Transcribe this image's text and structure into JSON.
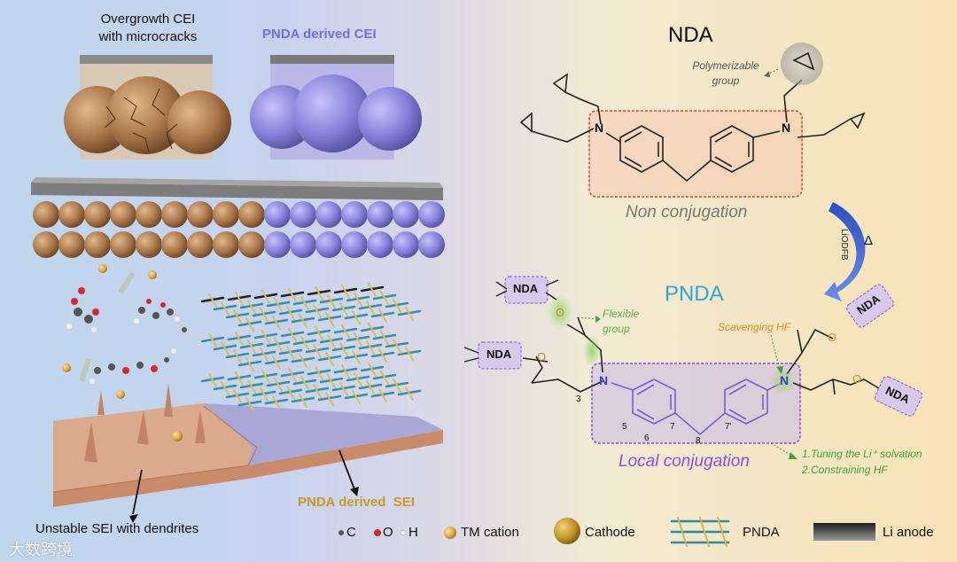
{
  "top_labels": {
    "overgrowth_cei": "Overgrowth CEI\nwith microcracks",
    "pnda_cei": "PNDA derived CEI"
  },
  "bottom_labels": {
    "unstable_sei": "Unstable SEI with dendrites",
    "pnda_sei": "PNDA derived  SEI"
  },
  "nda": {
    "title": "NDA",
    "polymerizable_group": "Polymerizable\ngroup",
    "non_conjugation": "Non conjugation"
  },
  "arrow": {
    "reagent": "LiODFB",
    "heat": "Δ"
  },
  "pnda": {
    "title": "PNDA",
    "flexible_group": "Flexible\ngroup",
    "scavenging_hf": "Scavenging HF",
    "local_conjugation": "Local conjugation",
    "note_1": "1.Tuning the Li⁺ solvation",
    "note_2": "2.Constraining HF",
    "box_label": "NDA",
    "atom_N": "N",
    "atom_O": "O",
    "num_3": "3",
    "num_5": "5",
    "num_6": "6",
    "num_7": "7",
    "num_8": "8",
    "num_7p": "7'"
  },
  "legend": {
    "c": "C",
    "o": "O",
    "h": "H",
    "tm_cation": "TM cation",
    "cathode": "Cathode",
    "pnda": "PNDA",
    "li_anode": "Li anode"
  },
  "watermark": "大数跨境",
  "colors": {
    "cathode_brown": "#b07a4a",
    "pnda_purple": "#8b88de",
    "pnda_blue": "#29a8d8",
    "green_note": "#3aa63a",
    "orange_note": "#e08a1a",
    "purple_text": "#8a4fe0",
    "red_box": "#d44a3a"
  }
}
